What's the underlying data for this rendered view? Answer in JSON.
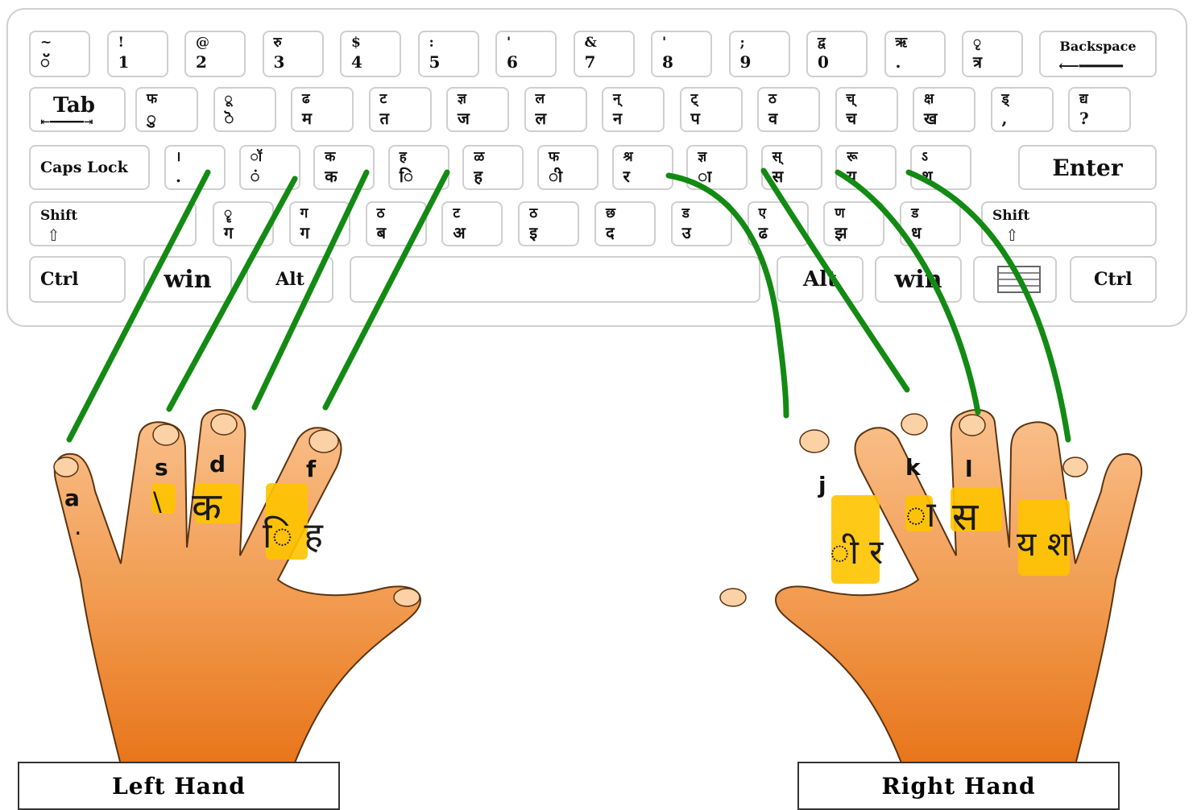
{
  "keyboard": {
    "row1": [
      {
        "top": "~",
        "bot": "ॅ"
      },
      {
        "top": "!",
        "bot": "1"
      },
      {
        "top": "@",
        "bot": "2"
      },
      {
        "top": "रु",
        "bot": "3"
      },
      {
        "top": "$",
        "bot": "4"
      },
      {
        "top": ":",
        "bot": "5"
      },
      {
        "top": "'",
        "bot": "6"
      },
      {
        "top": "&",
        "bot": "7"
      },
      {
        "top": "'",
        "bot": "8"
      },
      {
        "top": ";",
        "bot": "9"
      },
      {
        "top": "द्व",
        "bot": "0"
      },
      {
        "top": "ऋ",
        "bot": "."
      },
      {
        "top": "ृ",
        "bot": "त्र"
      }
    ],
    "backspace": "Backspace",
    "tab": "Tab",
    "row2": [
      {
        "top": "फ",
        "bot": "ु"
      },
      {
        "top": "ू",
        "bot": "ॆ"
      },
      {
        "top": "ढ",
        "bot": "म"
      },
      {
        "top": "ट",
        "bot": "त"
      },
      {
        "top": "ज्ञ",
        "bot": "ज"
      },
      {
        "top": "ल",
        "bot": "ल"
      },
      {
        "top": "न्",
        "bot": "न"
      },
      {
        "top": "ट्",
        "bot": "प"
      },
      {
        "top": "ठ",
        "bot": "व"
      },
      {
        "top": "च्",
        "bot": "च"
      },
      {
        "top": "क्ष",
        "bot": "ख"
      },
      {
        "top": "ड्",
        "bot": ","
      },
      {
        "top": "द्य",
        "bot": "?"
      }
    ],
    "caps": "Caps Lock",
    "row3": [
      {
        "top": "।",
        "bot": "."
      },
      {
        "top": "ॉ",
        "bot": "ं"
      },
      {
        "top": "क",
        "bot": "क"
      },
      {
        "top": "ह",
        "bot": "ि"
      },
      {
        "top": "ळ",
        "bot": "ह"
      },
      {
        "top": "फ",
        "bot": "ी"
      },
      {
        "top": "श्र",
        "bot": "र"
      },
      {
        "top": "ज्ञ",
        "bot": "ा"
      },
      {
        "top": "स्",
        "bot": "स"
      },
      {
        "top": "रू",
        "bot": "य"
      },
      {
        "top": "ऽ",
        "bot": "श"
      }
    ],
    "enter": "Enter",
    "shift": "Shift",
    "row4": [
      {
        "top": "ॄ",
        "bot": "ग"
      },
      {
        "top": "ग",
        "bot": "ग"
      },
      {
        "top": "ठ",
        "bot": "ब"
      },
      {
        "top": "ट",
        "bot": "अ"
      },
      {
        "top": "ठ",
        "bot": "इ"
      },
      {
        "top": "छ",
        "bot": "द"
      },
      {
        "top": "ड",
        "bot": "उ"
      },
      {
        "top": "ए",
        "bot": "ढ"
      },
      {
        "top": "ण",
        "bot": "झ"
      },
      {
        "top": "ड",
        "bot": "ध"
      }
    ],
    "ctrl": "Ctrl",
    "win": "win",
    "alt": "Alt"
  },
  "left_hand": {
    "label": "Left Hand",
    "fingers": [
      {
        "key": "a",
        "dev": "."
      },
      {
        "key": "s",
        "dev": "\\"
      },
      {
        "key": "d",
        "dev": "क"
      },
      {
        "key": "f",
        "dev": "ि ह"
      }
    ]
  },
  "right_hand": {
    "label": "Right Hand",
    "fingers": [
      {
        "key": "j",
        "dev": "ी र"
      },
      {
        "key": "k",
        "dev": "ा"
      },
      {
        "key": "l",
        "dev": "स"
      },
      {
        "key": "",
        "dev": "य श"
      }
    ]
  },
  "colors": {
    "guide_line": "#138a13",
    "hand_light": "#f7b57a",
    "hand_dark": "#e8751a",
    "highlight": "#ffc400",
    "key_border": "#cfcfcf"
  }
}
